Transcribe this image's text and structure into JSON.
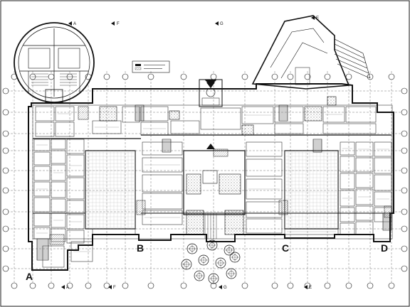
{
  "section_labels": {
    "a": "A",
    "b": "B",
    "c": "C",
    "d": "D"
  },
  "cut_markers": {
    "top": [
      "A",
      "F",
      "G",
      "E"
    ],
    "bottom": [
      "A",
      "F",
      "G",
      "E"
    ]
  }
}
